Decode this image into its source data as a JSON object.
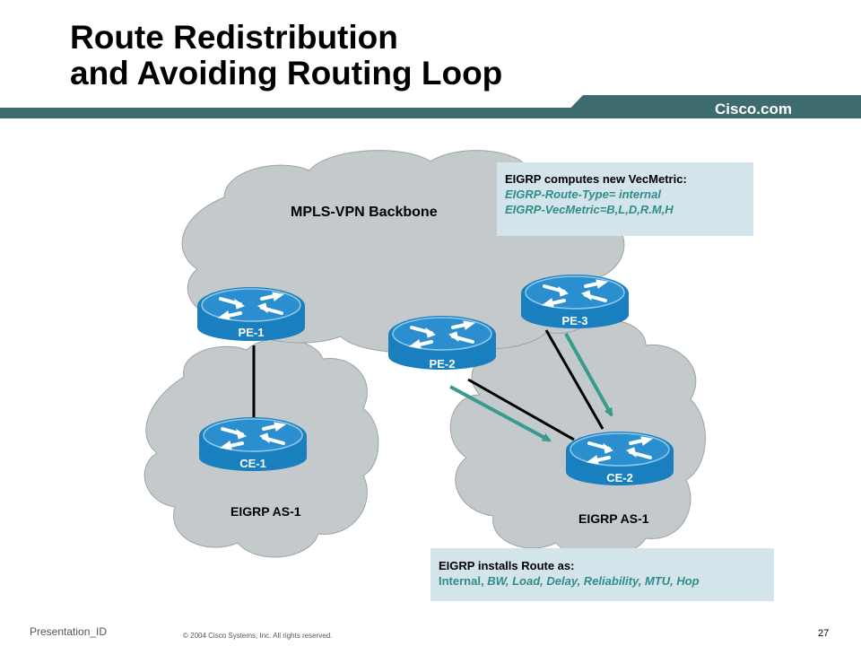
{
  "title": {
    "line1": "Route Redistribution",
    "line2": "and Avoiding Routing Loop"
  },
  "brand": {
    "logo_text": "Cisco.com"
  },
  "colors": {
    "header_bar": "#3d6b6e",
    "cloud_fill": "#c4cacc",
    "router_blue": "#1a7fbf",
    "arrow_teal": "#3a9a8e",
    "note_bg": "#d3e5ea",
    "note_text_accent": "#2f8c8a"
  },
  "clouds": {
    "backbone_label": "MPLS-VPN Backbone",
    "left_site_label": "EIGRP AS-1",
    "right_site_label": "EIGRP AS-1"
  },
  "routers": {
    "pe1": "PE-1",
    "pe2": "PE-2",
    "pe3": "PE-3",
    "ce1": "CE-1",
    "ce2": "CE-2"
  },
  "notes": {
    "pe_note": {
      "heading": "EIGRP computes new VecMetric:",
      "line1": "EIGRP-Route-Type= internal",
      "line2": "EIGRP-VecMetric=B,L,D,R.M,H"
    },
    "ce_note": {
      "heading": "EIGRP installs Route as:",
      "prefix": "Internal, ",
      "metrics": "BW, Load, Delay, Reliability, MTU, Hop"
    }
  },
  "footer": {
    "presentation_id": "Presentation_ID",
    "copyright": "© 2004 Cisco Systems, Inc. All rights reserved.",
    "page_number": "27"
  }
}
